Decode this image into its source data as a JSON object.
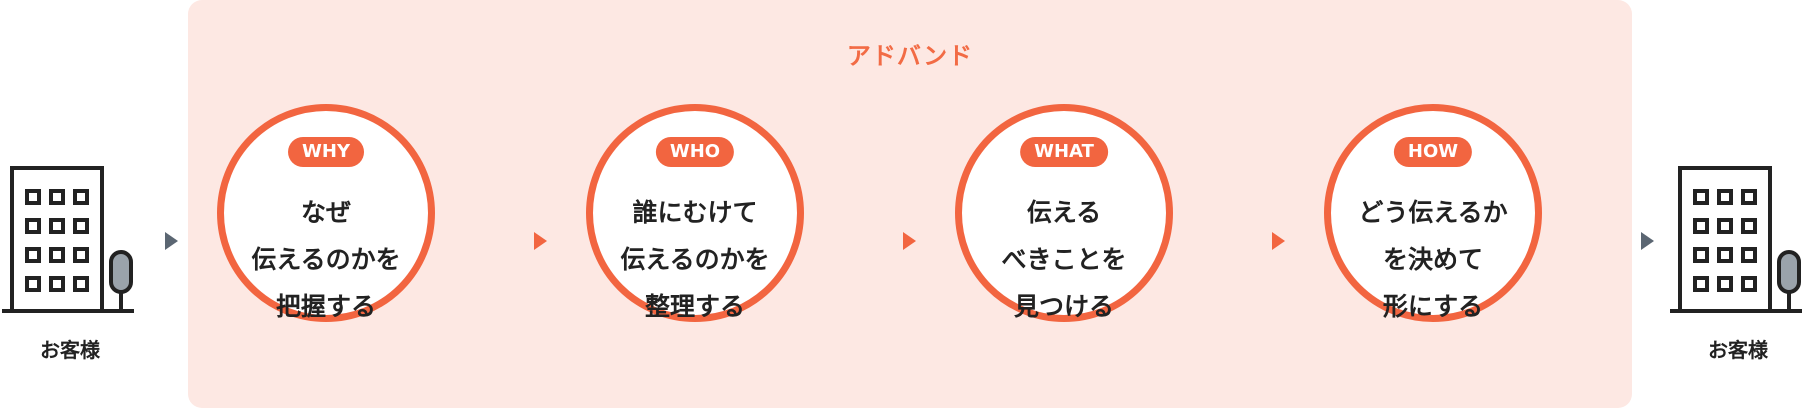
{
  "header": {
    "title": "アドバンド"
  },
  "start_node": {
    "label": "お客様",
    "icon": "office-building-icon"
  },
  "end_node": {
    "label": "お客様",
    "icon": "office-building-icon"
  },
  "steps": [
    {
      "badge": "WHY",
      "lines": [
        "なぜ",
        "伝えるのかを",
        "把握する"
      ]
    },
    {
      "badge": "WHO",
      "lines": [
        "誰にむけて",
        "伝えるのかを",
        "整理する"
      ]
    },
    {
      "badge": "WHAT",
      "lines": [
        "伝える",
        "べきことを",
        "見つける"
      ]
    },
    {
      "badge": "HOW",
      "lines": [
        "どう伝えるか",
        "を決めて",
        "形にする"
      ]
    }
  ],
  "colors": {
    "accent": "#f26540",
    "panel": "#fde8e3",
    "text": "#222222",
    "arrow_gray": "#5b6672"
  }
}
